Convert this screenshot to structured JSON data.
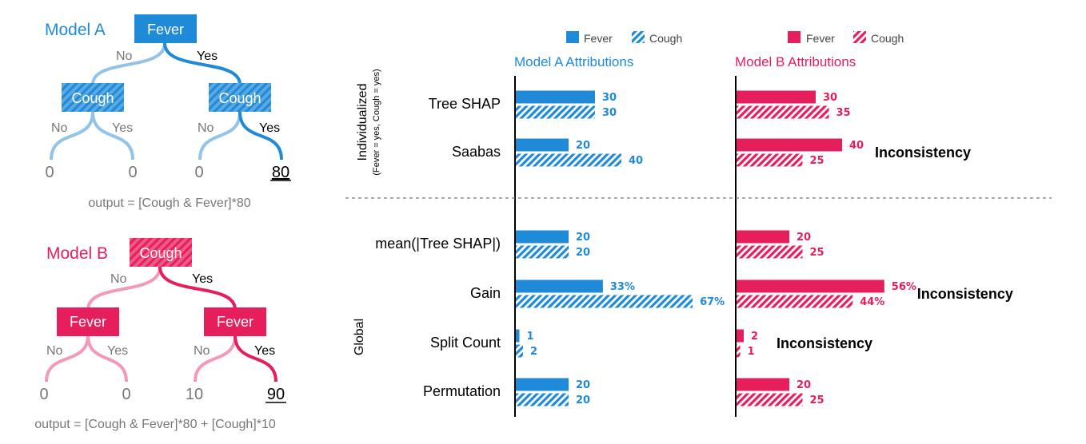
{
  "colors": {
    "model_a": "#1f8ad8",
    "model_a_light": "#93c3e8",
    "model_b": "#e61f5c",
    "model_b_light": "#f29ab6",
    "gray_text": "#777777",
    "black": "#000000"
  },
  "trees": [
    {
      "name": "Model A",
      "root": "Fever",
      "child": "Cough",
      "root_no": "No",
      "root_yes": "Yes",
      "left_no": "No",
      "left_yes": "Yes",
      "right_no": "No",
      "right_yes": "Yes",
      "leaves": [
        "0",
        "0",
        "0",
        "80"
      ],
      "output": "output = [Cough & Fever]*80"
    },
    {
      "name": "Model B",
      "root": "Cough",
      "child": "Fever",
      "root_no": "No",
      "root_yes": "Yes",
      "left_no": "No",
      "left_yes": "Yes",
      "right_no": "No",
      "right_yes": "Yes",
      "leaves": [
        "0",
        "0",
        "10",
        "90"
      ],
      "output": "output = [Cough & Fever]*80 + [Cough]*10"
    }
  ],
  "chart_data": {
    "type": "bar",
    "orientation": "horizontal",
    "legend": [
      "Fever",
      "Cough"
    ],
    "panels": [
      "Model A Attributions",
      "Model B Attributions"
    ],
    "groups": [
      {
        "name": "Individualized",
        "subtitle": "(Fever = yes, Cough = yes)"
      },
      {
        "name": "Global",
        "subtitle": ""
      }
    ],
    "rows": [
      {
        "label": "Tree SHAP",
        "group": 0,
        "a": {
          "fever": 30,
          "cough": 30,
          "fever_label": "30",
          "cough_label": "30"
        },
        "b": {
          "fever": 30,
          "cough": 35,
          "fever_label": "30",
          "cough_label": "35"
        },
        "note": ""
      },
      {
        "label": "Saabas",
        "group": 0,
        "a": {
          "fever": 20,
          "cough": 40,
          "fever_label": "20",
          "cough_label": "40"
        },
        "b": {
          "fever": 40,
          "cough": 25,
          "fever_label": "40",
          "cough_label": "25"
        },
        "note": "Inconsistency"
      },
      {
        "label": "mean(|Tree SHAP|)",
        "group": 1,
        "a": {
          "fever": 20,
          "cough": 20,
          "fever_label": "20",
          "cough_label": "20"
        },
        "b": {
          "fever": 20,
          "cough": 25,
          "fever_label": "20",
          "cough_label": "25"
        },
        "note": ""
      },
      {
        "label": "Gain",
        "group": 1,
        "a": {
          "fever": 33,
          "cough": 67,
          "fever_label": "33%",
          "cough_label": "67%"
        },
        "b": {
          "fever": 56,
          "cough": 44,
          "fever_label": "56%",
          "cough_label": "44%"
        },
        "note": "Inconsistency"
      },
      {
        "label": "Split Count",
        "group": 1,
        "a": {
          "fever": 1,
          "cough": 2,
          "fever_label": "1",
          "cough_label": "2"
        },
        "b": {
          "fever": 2,
          "cough": 1,
          "fever_label": "2",
          "cough_label": "1"
        },
        "note": "Inconsistency"
      },
      {
        "label": "Permutation",
        "group": 1,
        "a": {
          "fever": 20,
          "cough": 20,
          "fever_label": "20",
          "cough_label": "20"
        },
        "b": {
          "fever": 20,
          "cough": 25,
          "fever_label": "20",
          "cough_label": "25"
        },
        "note": ""
      }
    ]
  }
}
